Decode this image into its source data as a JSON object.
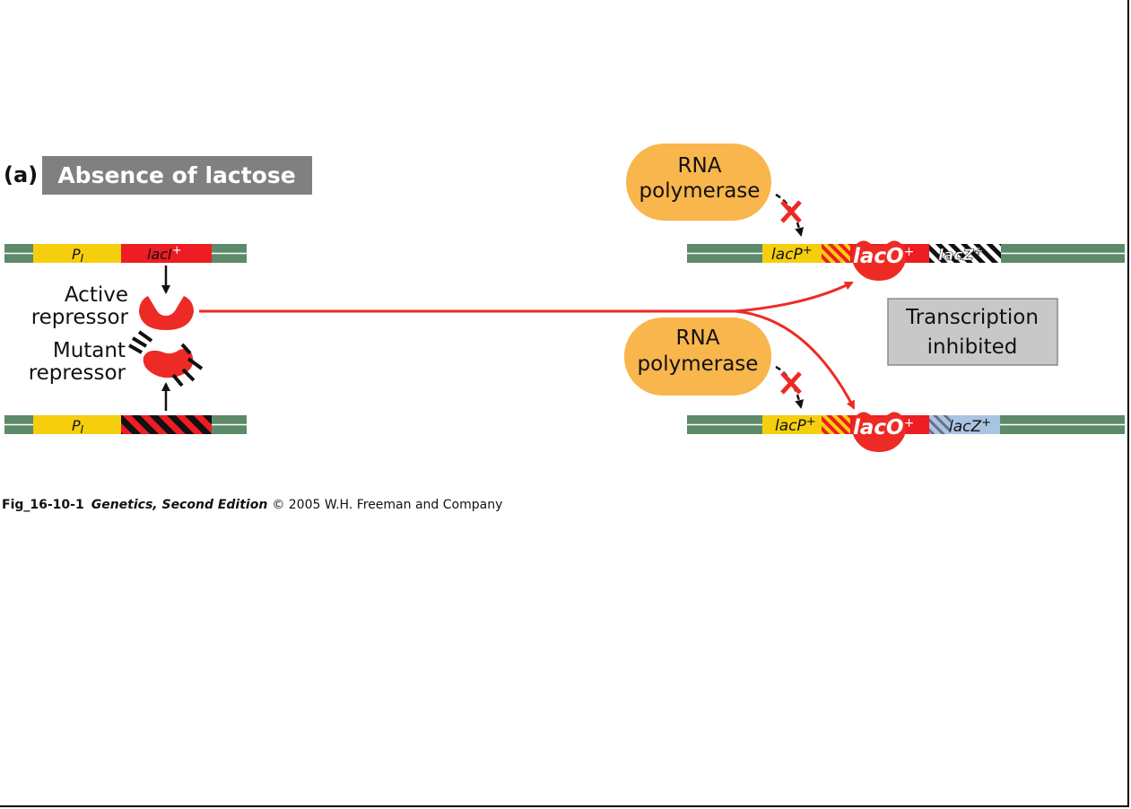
{
  "figure": {
    "panel_letter": "(a)",
    "panel_title": "Absence of lactose",
    "caption_id": "Fig_16-10-1",
    "caption_book": "Genetics, Second Edition",
    "caption_rest": "© 2005 W.H. Freeman and Company"
  },
  "left": {
    "top_dna": {
      "promoter_label": "P",
      "promoter_sub": "I",
      "gene_label": "lacI",
      "gene_sup": "+"
    },
    "bottom_dna": {
      "promoter_label": "P",
      "promoter_sub": "I"
    },
    "active_repressor": {
      "line1": "Active",
      "line2": "repressor"
    },
    "mutant_repressor": {
      "line1": "Mutant",
      "line2": "repressor"
    }
  },
  "right": {
    "polymerase_top": {
      "line1": "RNA",
      "line2": "polymerase"
    },
    "polymerase_bottom": {
      "line1": "RNA",
      "line2": "polymerase"
    },
    "top_operon": {
      "lacP": "lacP",
      "lacP_sup": "+",
      "lacO": "lacO",
      "lacO_sup": "+",
      "lacZ": "lacZ",
      "lacZ_sup": "+"
    },
    "bottom_operon": {
      "lacP": "lacP",
      "lacP_sup": "+",
      "lacO": "lacO",
      "lacO_sup": "+",
      "lacZ": "lacZ",
      "lacZ_sup": "+"
    },
    "status_box": {
      "line1": "Transcription",
      "line2": "inhibited"
    }
  },
  "colors": {
    "dna_green": "#5d8a6a",
    "promoter_yellow": "#f5cf0e",
    "gene_red": "#ee1c23",
    "repressor_red": "#ee2a24",
    "polymerase_orange": "#f8b64c",
    "lacz_blue": "#a9c4e0",
    "title_box_gray": "#808080",
    "status_box_gray": "#c8c8c8"
  }
}
